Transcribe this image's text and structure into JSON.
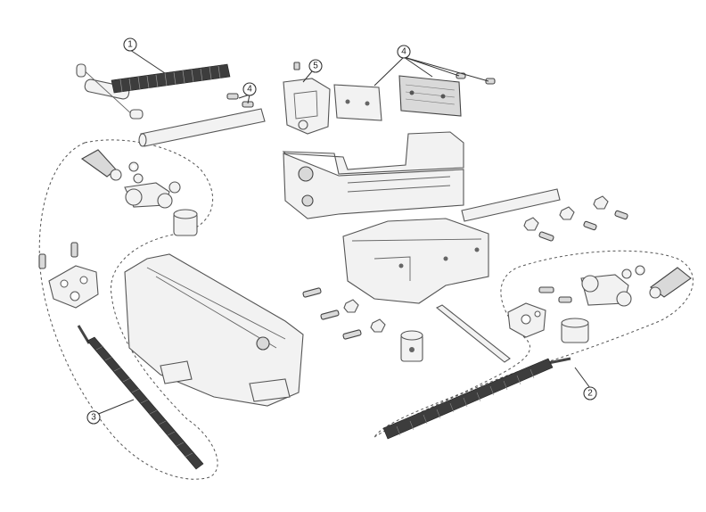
{
  "callouts": [
    {
      "id": "callout-1",
      "label": "1"
    },
    {
      "id": "callout-2",
      "label": "2"
    },
    {
      "id": "callout-3",
      "label": "3"
    },
    {
      "id": "callout-4a",
      "label": "4"
    },
    {
      "id": "callout-4b",
      "label": "4"
    },
    {
      "id": "callout-5",
      "label": "5"
    }
  ],
  "colors": {
    "background": "#ffffff",
    "part_fill": "#f2f2f2",
    "part_stroke": "#555555",
    "thread": "#3d3d3d"
  }
}
